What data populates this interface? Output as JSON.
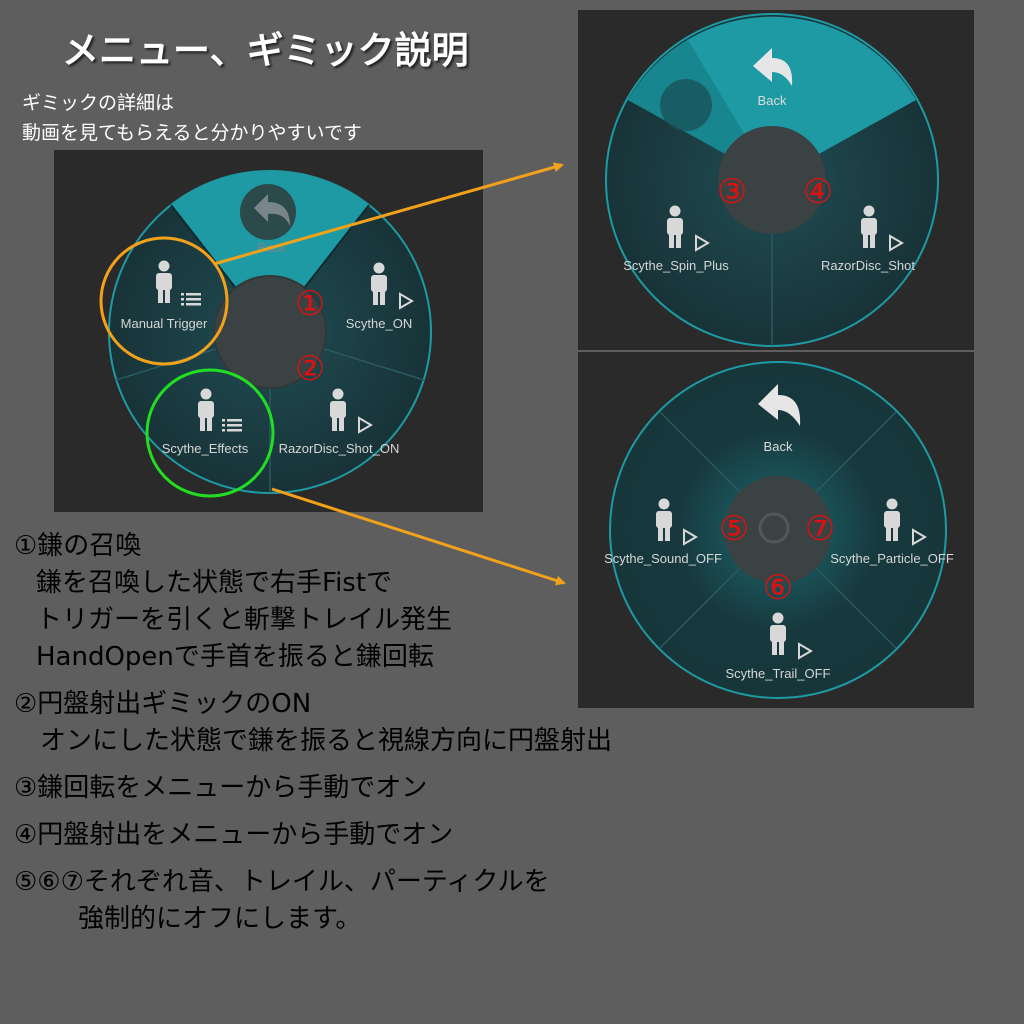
{
  "title": "メニュー、ギミック説明",
  "intro": {
    "line1": "ギミックの詳細は",
    "line2": "動画を見てもらえると分かりやすいです"
  },
  "menu_main": {
    "back_label": "Back",
    "items": [
      {
        "label": "Manual Trigger",
        "icon": "person-list-icon"
      },
      {
        "label": "Scythe_ON",
        "icon": "person-play-icon"
      },
      {
        "label": "Scythe_Effects",
        "icon": "person-list-icon"
      },
      {
        "label": "RazorDisc_Shot_ON",
        "icon": "person-play-icon"
      }
    ],
    "markers": [
      "①",
      "②"
    ],
    "highlight_colors": {
      "orange": "#f2a11a",
      "green": "#22dd22"
    }
  },
  "menu_manual": {
    "back_label": "Back",
    "items": [
      {
        "label": "Scythe_Spin_Plus",
        "icon": "person-play-icon"
      },
      {
        "label": "RazorDisc_Shot",
        "icon": "person-play-icon"
      }
    ],
    "markers": [
      "③",
      "④"
    ]
  },
  "menu_effects": {
    "back_label": "Back",
    "items": [
      {
        "label": "Scythe_Sound_OFF",
        "icon": "person-play-icon"
      },
      {
        "label": "Scythe_Particle_OFF",
        "icon": "person-play-icon"
      },
      {
        "label": "Scythe_Trail_OFF",
        "icon": "person-play-icon"
      }
    ],
    "markers": [
      "⑤",
      "⑥",
      "⑦"
    ]
  },
  "descriptions": [
    "①鎌の召喚",
    "  鎌を召喚した状態で右手Fistで",
    "  トリガーを引くと斬撃トレイル発生",
    "  HandOpenで手首を振ると鎌回転",
    "②円盤射出ギミックのON",
    "  オンにした状態で鎌を振ると視線方向に円盤射出",
    "③鎌回転をメニューから手動でオン",
    "④円盤射出をメニューから手動でオン",
    "⑤⑥⑦それぞれ音、トレイル、パーティクルを",
    "      強制的にオフにします。"
  ],
  "colors": {
    "background": "#5e5e5e",
    "panel": "#2a2a2a",
    "teal": "#1d9aa3",
    "marker": "#e01010",
    "arrow": "#f2a11a"
  }
}
